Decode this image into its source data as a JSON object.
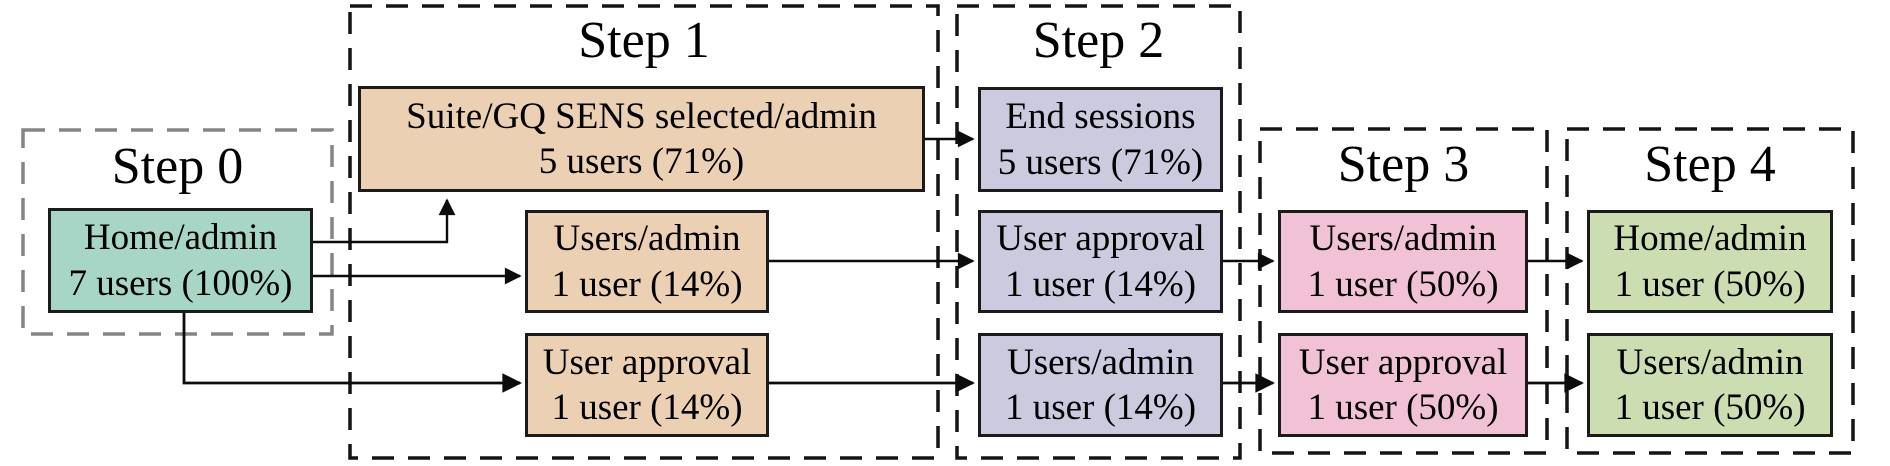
{
  "diagram": {
    "type": "user-flow-funnel",
    "background_color": "#ffffff",
    "text_color": "#000000",
    "steps": [
      {
        "title": "Step 0",
        "border_color": "#858585",
        "node_color": "#a7d5c6"
      },
      {
        "title": "Step 1",
        "border_color": "#141414",
        "node_color": "#ecd0b3"
      },
      {
        "title": "Step 2",
        "border_color": "#141414",
        "node_color": "#cbcade"
      },
      {
        "title": "Step 3",
        "border_color": "#141414",
        "node_color": "#f1c1d5"
      },
      {
        "title": "Step 4",
        "border_color": "#141414",
        "node_color": "#cbddb1"
      }
    ],
    "nodes": {
      "s0_home": {
        "step": "Step 0",
        "label": "Home/admin",
        "stat": "7 users (100%)"
      },
      "s1_suite": {
        "step": "Step 1",
        "label": "Suite/GQ SENS selected/admin",
        "stat": "5 users (71%)"
      },
      "s1_users_admin": {
        "step": "Step 1",
        "label": "Users/admin",
        "stat": "1 user (14%)"
      },
      "s1_user_approval": {
        "step": "Step 1",
        "label": "User approval",
        "stat": "1 user (14%)"
      },
      "s2_end_sessions": {
        "step": "Step 2",
        "label": "End sessions",
        "stat": "5 users (71%)"
      },
      "s2_user_approval": {
        "step": "Step 2",
        "label": "User approval",
        "stat": "1 user (14%)"
      },
      "s2_users_admin": {
        "step": "Step 2",
        "label": "Users/admin",
        "stat": "1 user (14%)"
      },
      "s3_users_admin": {
        "step": "Step 3",
        "label": "Users/admin",
        "stat": "1 user (50%)"
      },
      "s3_user_approval": {
        "step": "Step 3",
        "label": "User approval",
        "stat": "1 user (50%)"
      },
      "s4_home": {
        "step": "Step 4",
        "label": "Home/admin",
        "stat": "1 user (50%)"
      },
      "s4_users_admin": {
        "step": "Step 4",
        "label": "Users/admin",
        "stat": "1 user (50%)"
      }
    },
    "edges": [
      {
        "from": "s0_home",
        "to": "s1_suite"
      },
      {
        "from": "s0_home",
        "to": "s1_users_admin"
      },
      {
        "from": "s0_home",
        "to": "s1_user_approval"
      },
      {
        "from": "s1_suite",
        "to": "s2_end_sessions"
      },
      {
        "from": "s1_users_admin",
        "to": "s2_user_approval"
      },
      {
        "from": "s1_user_approval",
        "to": "s2_users_admin"
      },
      {
        "from": "s2_user_approval",
        "to": "s3_users_admin"
      },
      {
        "from": "s2_users_admin",
        "to": "s3_user_approval"
      },
      {
        "from": "s3_users_admin",
        "to": "s4_home"
      },
      {
        "from": "s3_user_approval",
        "to": "s4_users_admin"
      }
    ]
  }
}
